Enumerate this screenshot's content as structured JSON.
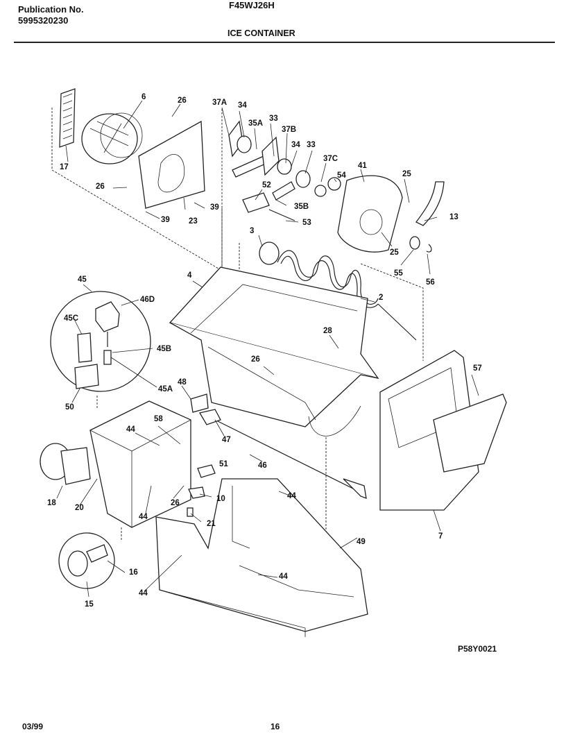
{
  "header": {
    "publication_label": "Publication No.",
    "publication_number": "5995320230",
    "model": "F45WJ26H",
    "section_title": "ICE CONTAINER"
  },
  "figure_code": "P58Y0021",
  "footer": {
    "date": "03/99",
    "page": "16"
  },
  "callouts": [
    "6",
    "26",
    "37A",
    "34",
    "35A",
    "33",
    "37B",
    "34",
    "33",
    "37C",
    "54",
    "41",
    "25",
    "17",
    "26",
    "52",
    "35B",
    "23",
    "39",
    "39",
    "53",
    "13",
    "3",
    "25",
    "55",
    "56",
    "4",
    "2",
    "45",
    "46D",
    "45C",
    "28",
    "26",
    "45B",
    "45A",
    "50",
    "57",
    "48",
    "58",
    "44",
    "47",
    "46",
    "51",
    "18",
    "20",
    "26",
    "44",
    "10",
    "44",
    "21",
    "7",
    "49",
    "16",
    "15",
    "44",
    "44"
  ]
}
